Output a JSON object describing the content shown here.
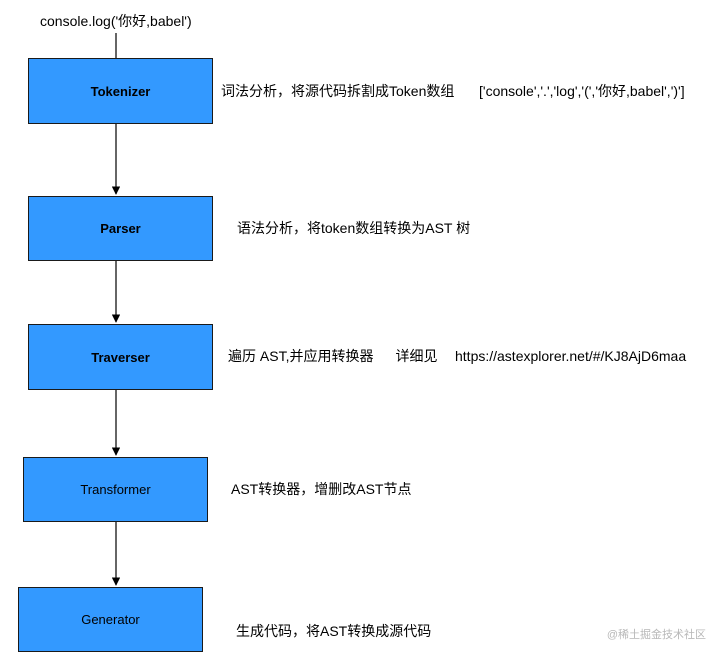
{
  "input_code": "console.log('你好,babel')",
  "nodes": {
    "tokenizer": {
      "label": "Tokenizer",
      "description": "词法分析，将源代码拆割成Token数组",
      "example": "['console','.','log','(','你好,babel',')']"
    },
    "parser": {
      "label": "Parser",
      "description": "语法分析，将token数组转换为AST 树"
    },
    "traverser": {
      "label": "Traverser",
      "description": "遍历 AST,并应用转换器",
      "link_note": "详细见",
      "link_url": "https://astexplorer.net/#/KJ8AjD6maa"
    },
    "transformer": {
      "label": "Transformer",
      "description": "AST转换器，增删改AST节点"
    },
    "generator": {
      "label": "Generator",
      "description": "生成代码，将AST转换成源代码"
    }
  },
  "watermark": "@稀土掘金技术社区",
  "colors": {
    "node_fill": "#3399ff",
    "node_border": "#1a1a1a",
    "edge": "#000000",
    "watermark": "#b8b8b8"
  }
}
